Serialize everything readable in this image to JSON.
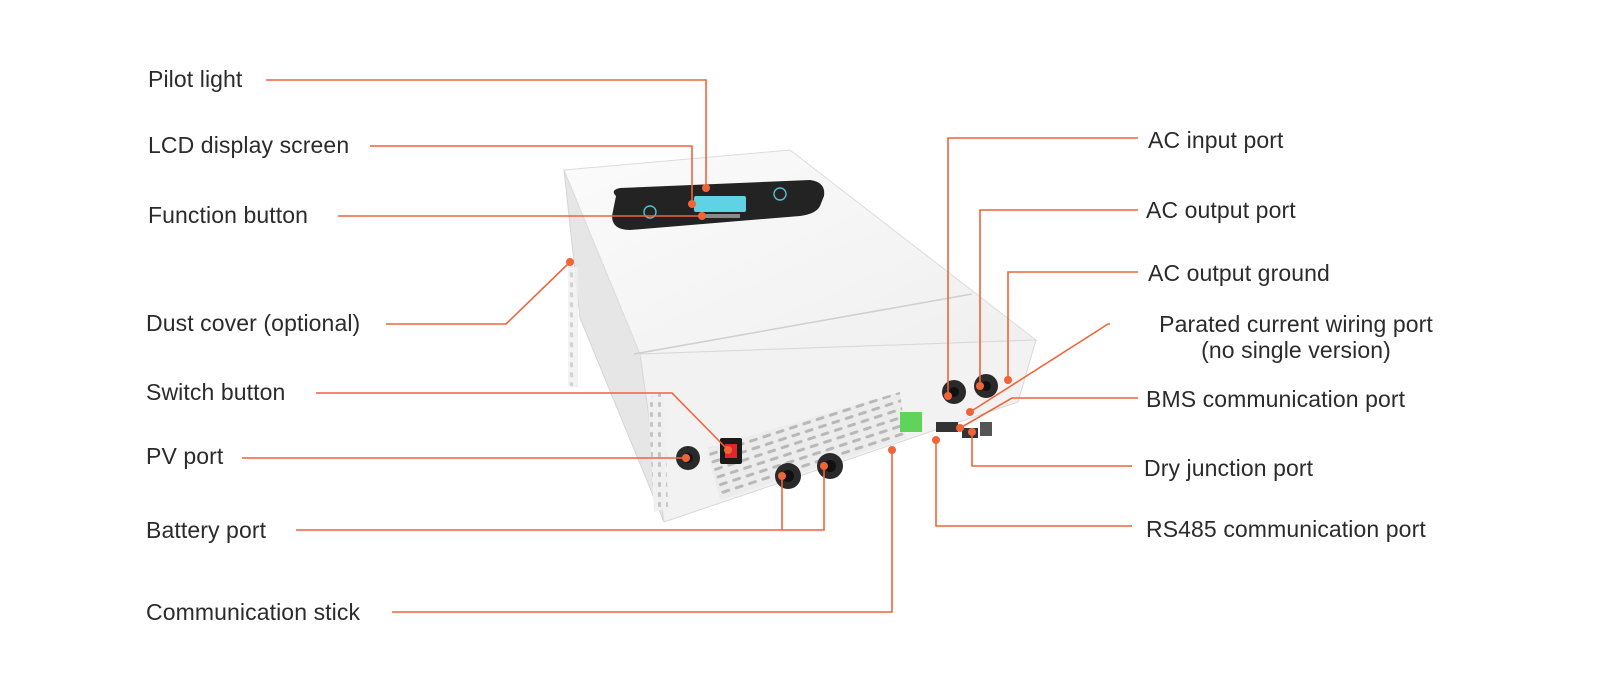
{
  "labels_left": {
    "pilot_light": "Pilot light",
    "lcd_display_screen": "LCD display screen",
    "function_button": "Function button",
    "dust_cover": "Dust cover (optional)",
    "switch_button": "Switch button",
    "pv_port": "PV port",
    "battery_port": "Battery port",
    "communication_stick": "Communication stick"
  },
  "labels_right": {
    "ac_input_port": "AC input port",
    "ac_output_port": "AC output port",
    "ac_output_ground": "AC output ground",
    "parated_current_line1": "Parated current wiring port",
    "parated_current_line2": "(no single version)",
    "bms_communication_port": "BMS communication port",
    "dry_junction_port": "Dry junction port",
    "rs485_communication_port": "RS485 communication port"
  },
  "colors": {
    "accent": "#f0643a",
    "text": "#2b2b2b",
    "body": "#f4f4f4",
    "panel": "#222222",
    "lcd": "#5ed3e6",
    "green_module": "#5fd35a",
    "switch_red": "#e3262b"
  },
  "icons": {
    "device": "hybrid-solar-inverter-illustration"
  }
}
